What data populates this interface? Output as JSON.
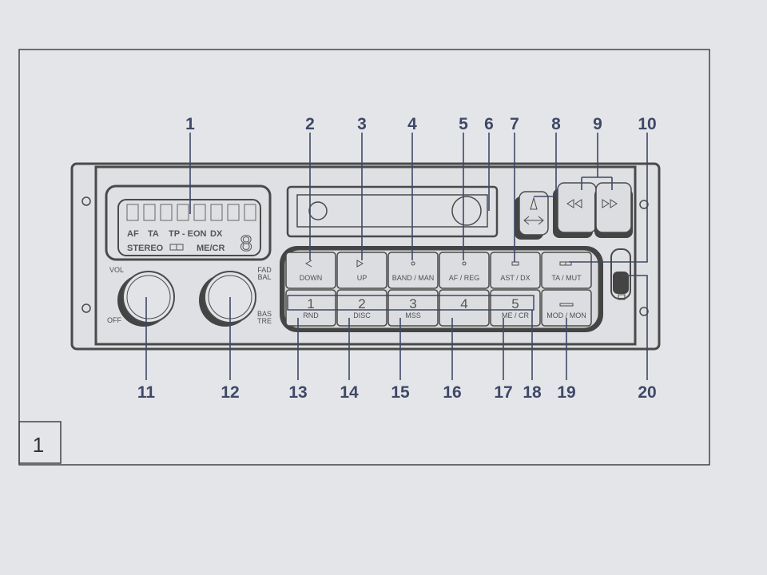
{
  "figure_number": "1",
  "callouts_top": [
    "1",
    "2",
    "3",
    "4",
    "5",
    "6",
    "7",
    "8",
    "9",
    "10"
  ],
  "callouts_bottom": [
    "11",
    "12",
    "13",
    "14",
    "15",
    "16",
    "17",
    "18",
    "19",
    "20"
  ],
  "display": {
    "row1": [
      "AF",
      "TA",
      "TP - EON",
      "DX"
    ],
    "row2": [
      "STEREO",
      "ME/CR"
    ],
    "digit": "8"
  },
  "knobs": {
    "vol": "VOL",
    "off": "OFF",
    "fad": "FAD",
    "bal": "BAL",
    "bas": "BAS",
    "tre": "TRE"
  },
  "buttons_top": [
    "DOWN",
    "UP",
    "BAND / MAN",
    "AF / REG",
    "AST / DX",
    "TA / MUT"
  ],
  "presets": [
    {
      "num": "1",
      "label": "RND"
    },
    {
      "num": "2",
      "label": "DISC"
    },
    {
      "num": "3",
      "label": "MSS"
    },
    {
      "num": "4",
      "label": ""
    },
    {
      "num": "5",
      "label": "ME / CR"
    }
  ],
  "mod_button": "MOD / MON"
}
